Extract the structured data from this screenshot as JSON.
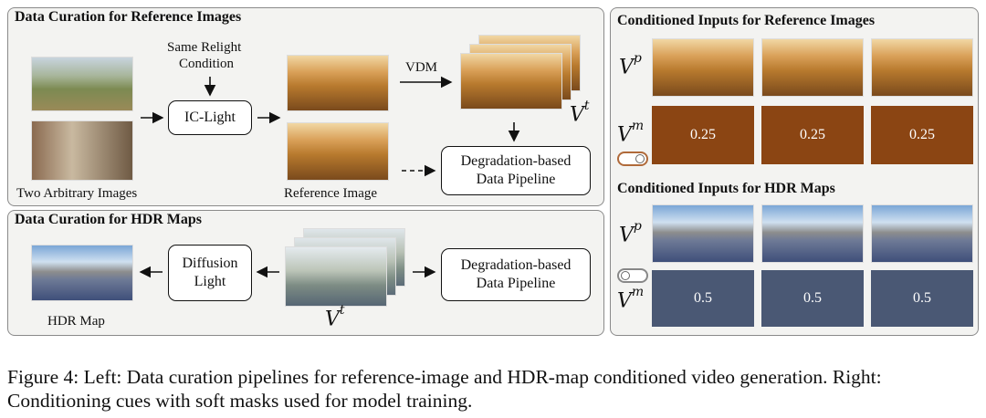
{
  "left_top": {
    "title": "Data Curation for Reference Images",
    "same_relight": "Same Relight",
    "condition": "Condition",
    "ic_light": "IC-Light",
    "vdm": "VDM",
    "two_images": "Two Arbitrary Images",
    "reference_image": "Reference Image",
    "degradation_line1": "Degradation-based",
    "degradation_line2": "Data Pipeline",
    "vt_base": "V",
    "vt_sup": "t"
  },
  "left_bottom": {
    "title": "Data Curation for HDR Maps",
    "diffusion_line1": "Diffusion",
    "diffusion_line2": "Light",
    "hdr_map": "HDR Map",
    "degradation_line1": "Degradation-based",
    "degradation_line2": "Data Pipeline",
    "vt_base": "V",
    "vt_sup": "t"
  },
  "right": {
    "title_ref": "Conditioned Inputs for Reference Images",
    "title_hdr": "Conditioned Inputs for HDR Maps",
    "vp_base": "V",
    "vp_sup": "p",
    "vm_base": "V",
    "vm_sup": "m",
    "ref_mask_values": [
      "0.25",
      "0.25",
      "0.25"
    ],
    "hdr_mask_values": [
      "0.5",
      "0.5",
      "0.5"
    ],
    "ref_mask_color": "#8b4513",
    "hdr_mask_color": "#4a5874"
  },
  "caption": {
    "line": "Figure 4: Left: Data curation pipelines for reference-image and HDR-map conditioned video generation. Right: Conditioning cues with soft masks used for model training."
  }
}
